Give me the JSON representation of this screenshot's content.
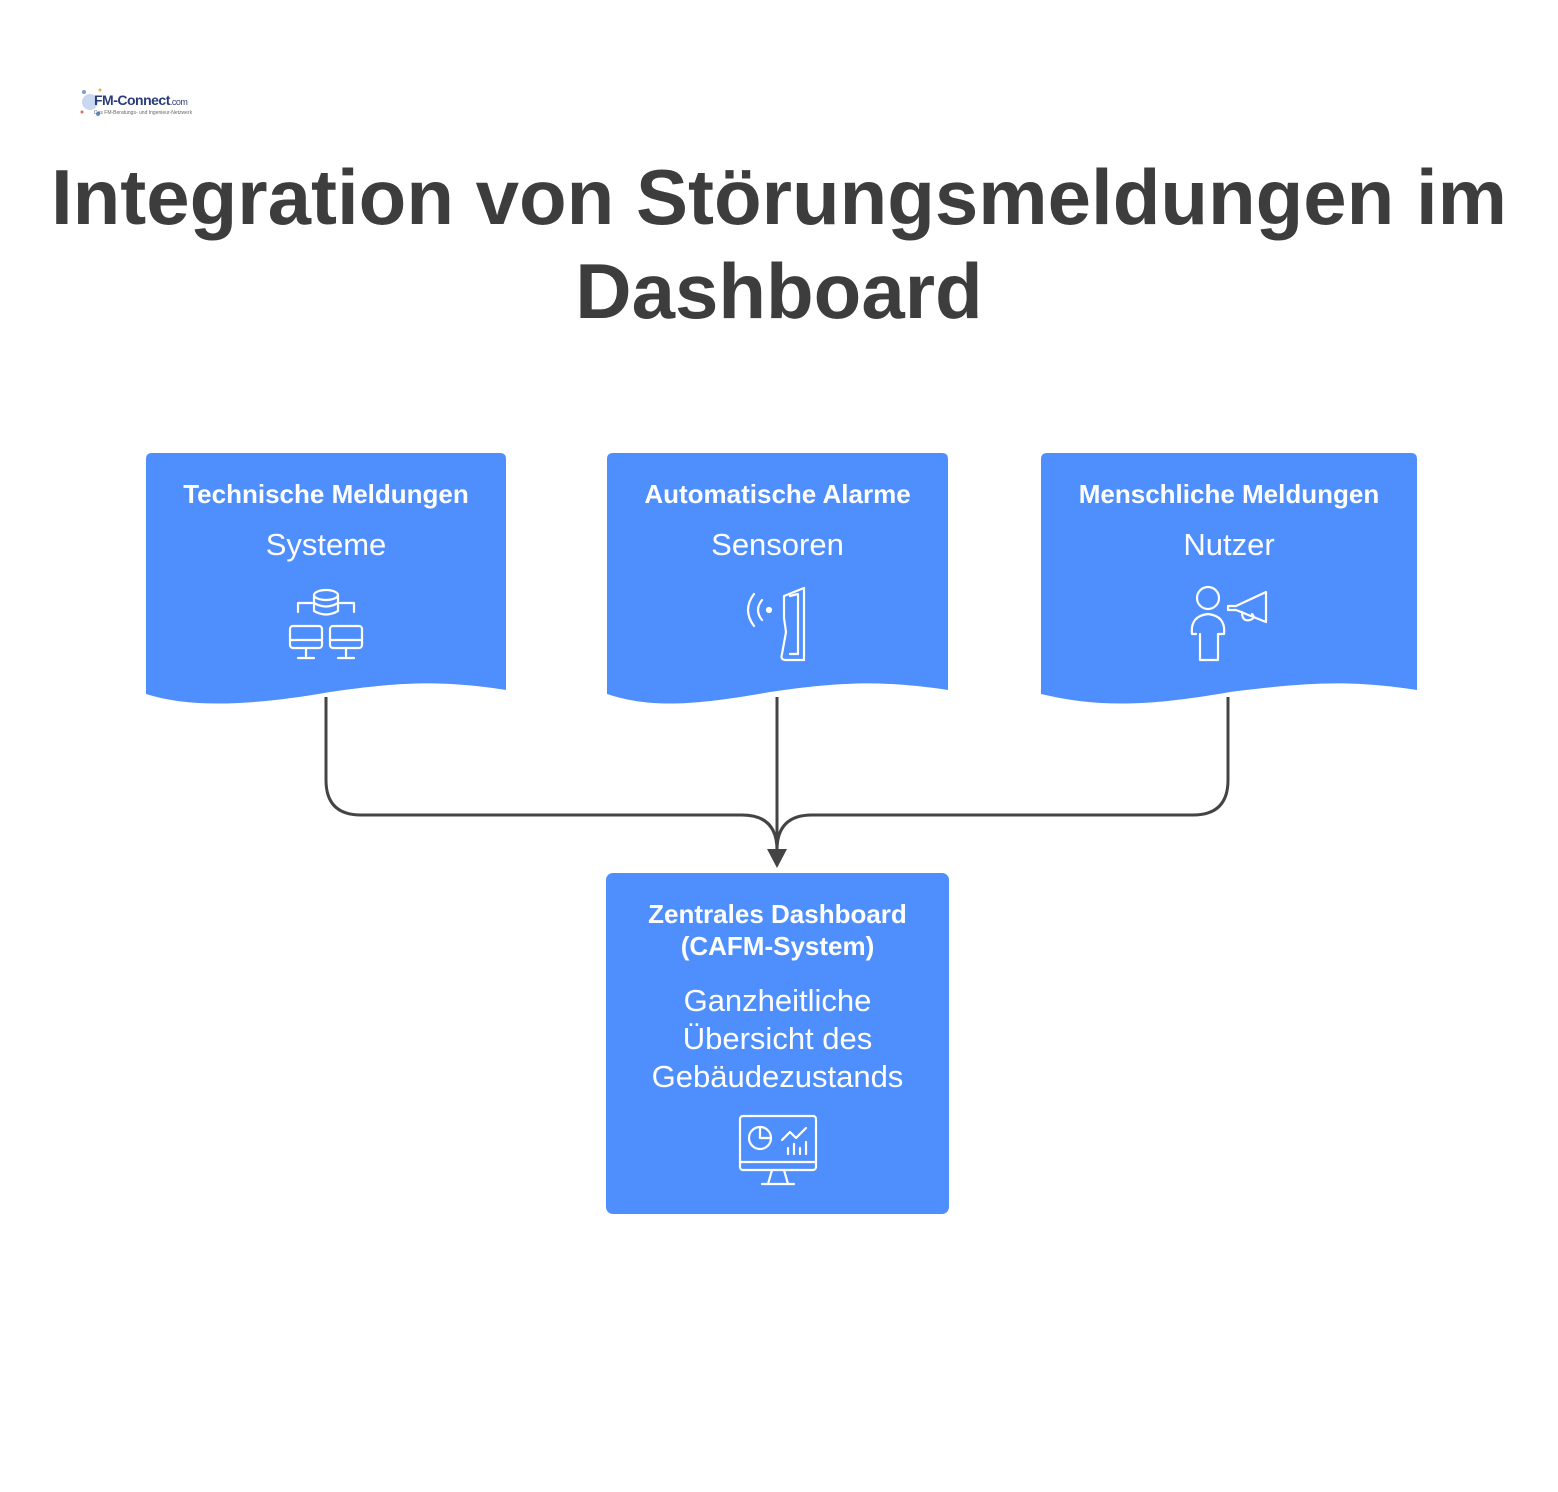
{
  "logo": {
    "brand": "FM-Connect",
    "domain": ".com",
    "tagline": "Das FM-Beratungs- und Ingenieur-Netzwerk"
  },
  "title": "Integration von Störungsmeldungen im Dashboard",
  "colors": {
    "box": "#4f8ffd",
    "arrow": "#444444",
    "title": "#3d3d3d",
    "text": "#ffffff"
  },
  "sources": [
    {
      "title": "Technische Meldungen",
      "subtitle": "Systeme",
      "icon": "database-network-icon"
    },
    {
      "title": "Automatische Alarme",
      "subtitle": "Sensoren",
      "icon": "sensor-signal-icon"
    },
    {
      "title": "Menschliche Meldungen",
      "subtitle": "Nutzer",
      "icon": "person-megaphone-icon"
    }
  ],
  "target": {
    "title_line1": "Zentrales Dashboard",
    "title_line2": "(CAFM-System)",
    "sub_line1": "Ganzheitliche",
    "sub_line2": "Übersicht des",
    "sub_line3": "Gebäudezustands",
    "icon": "monitor-dashboard-icon"
  }
}
